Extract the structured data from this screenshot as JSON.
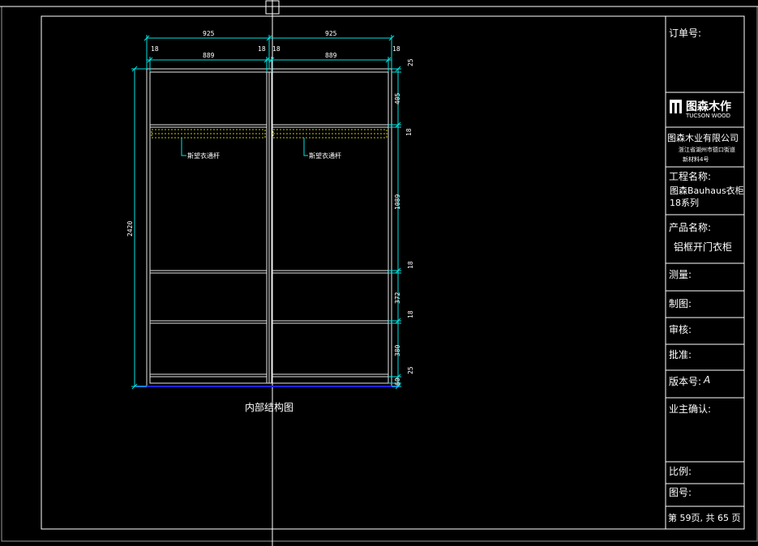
{
  "drawing": {
    "caption": "内部结构图",
    "overall_height": "2420",
    "notes": [
      "斯望衣通杆",
      "斯望衣通杆"
    ],
    "top_dims": {
      "left_outer": "925",
      "right_outer": "925",
      "left_inner": "889",
      "right_inner": "889",
      "side_left": "18",
      "mid_left": "18",
      "mid_right": "18",
      "side_right": "18"
    },
    "right_dims": [
      "25",
      "405",
      "18",
      "1089",
      "18",
      "372",
      "18",
      "380",
      "25",
      "60"
    ]
  },
  "titleblock": {
    "order_no": "订单号:",
    "logo_cn": "图森木作",
    "logo_en": "TUCSON WOOD",
    "company": "图森木业有限公司",
    "address_l1": "浙江省湖州市德口街道",
    "address_l2": "新材料4号",
    "project_label": "工程名称:",
    "project_name_l1": "图森Bauhaus衣柜",
    "project_name_l2": "18系列",
    "product_label": "产品名称:",
    "product_name": "铝框开门衣柜",
    "measure": "测量:",
    "draw": "制图:",
    "review": "审核:",
    "approve": "批准:",
    "version": "版本号:",
    "version_value": "A",
    "owner_confirm": "业主确认:",
    "scale": "比例:",
    "drawing_no": "图号:",
    "page": "第 59页, 共 65 页"
  },
  "colors": {
    "frame": "#ffffff",
    "dimension": "#00e5e5",
    "rail": "#c8c800",
    "baseline": "#2020ff"
  }
}
